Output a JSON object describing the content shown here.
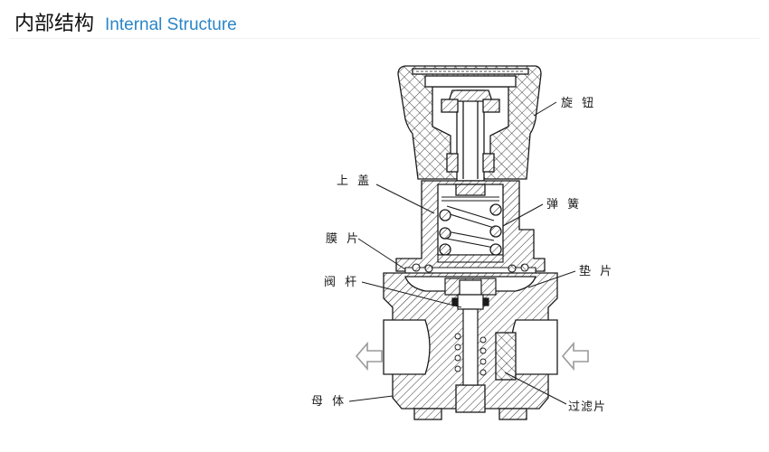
{
  "header": {
    "title_cn": "内部结构",
    "title_en": "Internal Structure"
  },
  "labels": {
    "knob": "旋 钮",
    "upper_cover": "上 盖",
    "spring": "弹 簧",
    "diaphragm": "膜 片",
    "valve_stem": "阀 杆",
    "gasket": "垫 片",
    "body": "母 体",
    "filter": "过滤片"
  },
  "colors": {
    "title_accent": "#2a86c8",
    "line": "#1a1a1a",
    "arrow": "#9a9a9a"
  },
  "flow": {
    "outlet_arrow_icon": "arrow-left-icon",
    "inlet_arrow_icon": "arrow-left-icon"
  }
}
